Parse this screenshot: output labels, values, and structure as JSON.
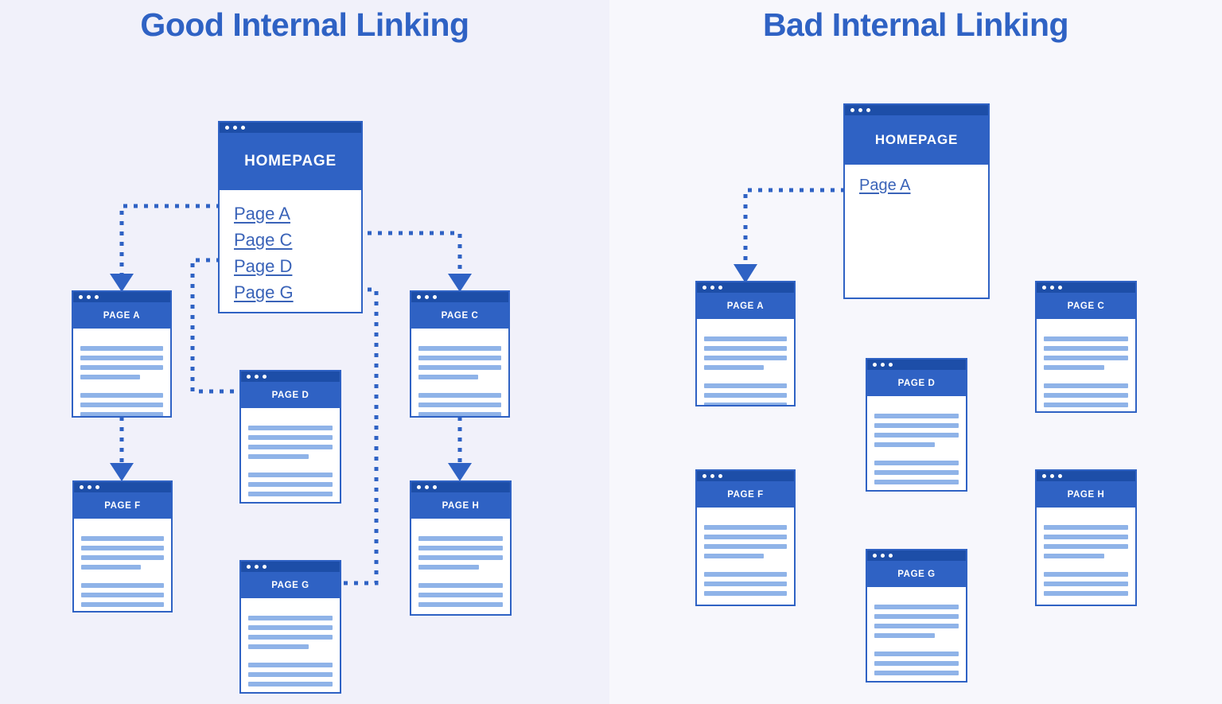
{
  "panels": {
    "good": {
      "title": "Good Internal Linking",
      "homepage": {
        "name": "HOMEPAGE",
        "links": [
          "Page A",
          "Page C",
          "Page D",
          "Page G"
        ]
      },
      "pages": [
        {
          "id": "a",
          "label": "PAGE A"
        },
        {
          "id": "c",
          "label": "PAGE C"
        },
        {
          "id": "d",
          "label": "PAGE D"
        },
        {
          "id": "f",
          "label": "PAGE F"
        },
        {
          "id": "g",
          "label": "PAGE G"
        },
        {
          "id": "h",
          "label": "PAGE H"
        }
      ],
      "connections": [
        {
          "from": "Page A",
          "to": "PAGE A"
        },
        {
          "from": "Page C",
          "to": "PAGE C"
        },
        {
          "from": "Page D",
          "to": "PAGE D"
        },
        {
          "from": "Page G",
          "to": "PAGE G"
        },
        {
          "from": "PAGE A",
          "to": "PAGE F"
        },
        {
          "from": "PAGE C",
          "to": "PAGE H"
        }
      ]
    },
    "bad": {
      "title": "Bad Internal Linking",
      "homepage": {
        "name": "HOMEPAGE",
        "links": [
          "Page A"
        ]
      },
      "pages": [
        {
          "id": "a",
          "label": "PAGE A"
        },
        {
          "id": "c",
          "label": "PAGE C"
        },
        {
          "id": "d",
          "label": "PAGE D"
        },
        {
          "id": "f",
          "label": "PAGE F"
        },
        {
          "id": "g",
          "label": "PAGE G"
        },
        {
          "id": "h",
          "label": "PAGE H"
        }
      ],
      "connections": [
        {
          "from": "Page A",
          "to": "PAGE A"
        }
      ]
    }
  },
  "colors": {
    "accent": "#2f62c4",
    "accent_dark": "#1d4ea8",
    "text_line": "#8fb3e8",
    "bg_left": "#f1f1fa",
    "bg_right": "#f7f7fc",
    "link": "#3a63b8"
  }
}
